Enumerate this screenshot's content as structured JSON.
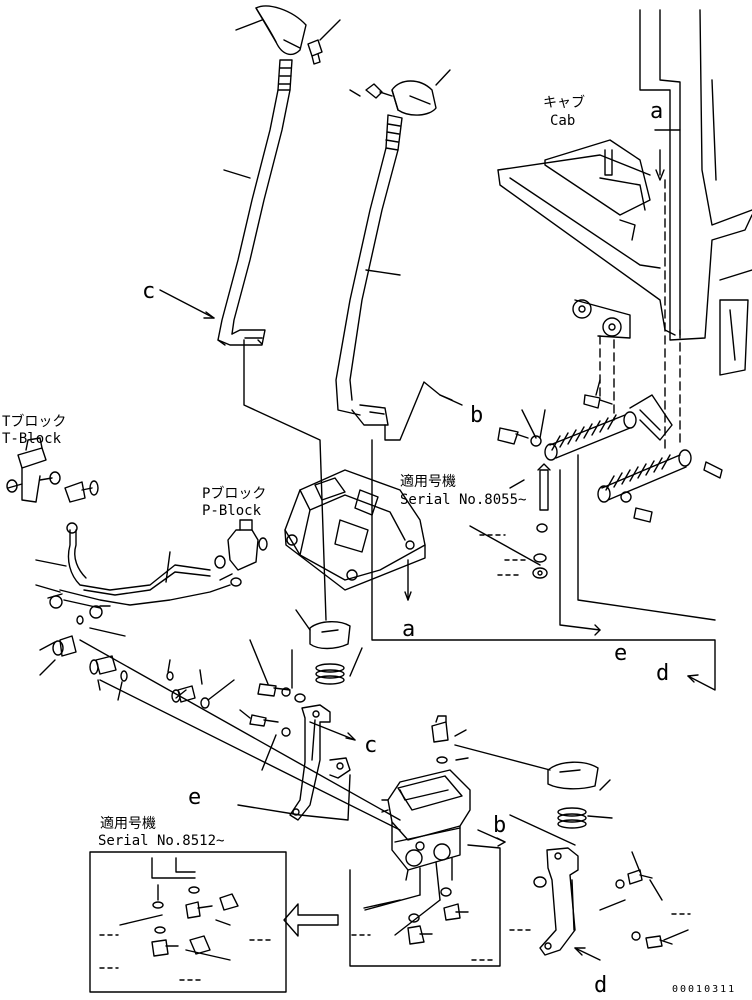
{
  "labels": {
    "cab_jp": "キャブ",
    "cab_en": "Cab",
    "tblock_jp": "Tブロック",
    "tblock_en": "T-Block",
    "pblock_jp": "Pブロック",
    "pblock_en": "P-Block",
    "serial_jp": "適用号機",
    "serial_8055": "Serial No.8055~",
    "serial_8512": "Serial No.8512~",
    "drawing_code": "00010311"
  },
  "callouts": {
    "a": "a",
    "b": "b",
    "c": "c",
    "d": "d",
    "e": "e"
  }
}
